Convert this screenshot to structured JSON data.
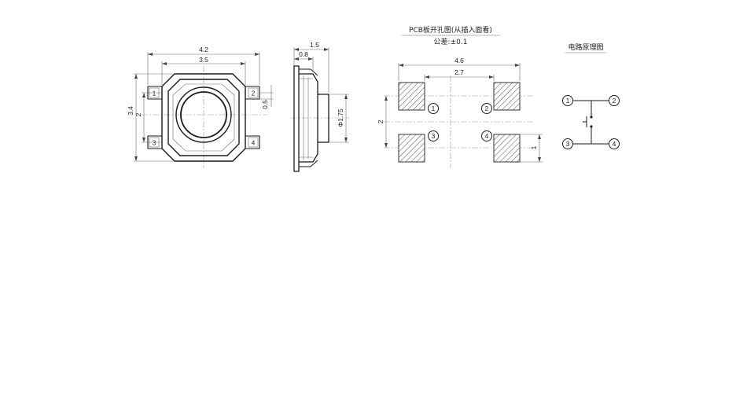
{
  "top_view": {
    "dim_width_outer": "4.2",
    "dim_width_inner": "3.5",
    "dim_height_outer": "3.4",
    "dim_height_inner": "2",
    "dim_lead": "0.5",
    "pins": [
      "1",
      "2",
      "3",
      "4"
    ]
  },
  "side_view": {
    "dim_total": "1.5",
    "dim_body": "0.8",
    "dim_actuator": "Φ1.75"
  },
  "pcb": {
    "title": "PCB板开孔图(从插入面看)",
    "tolerance": "公差:±0.1",
    "dim_width_outer": "4.6",
    "dim_width_inner": "2.7",
    "dim_height": "2",
    "dim_pad": "1",
    "pins": [
      "1",
      "2",
      "3",
      "4"
    ]
  },
  "schematic": {
    "title": "电路原理图",
    "pins": [
      "1",
      "2",
      "3",
      "4"
    ]
  }
}
